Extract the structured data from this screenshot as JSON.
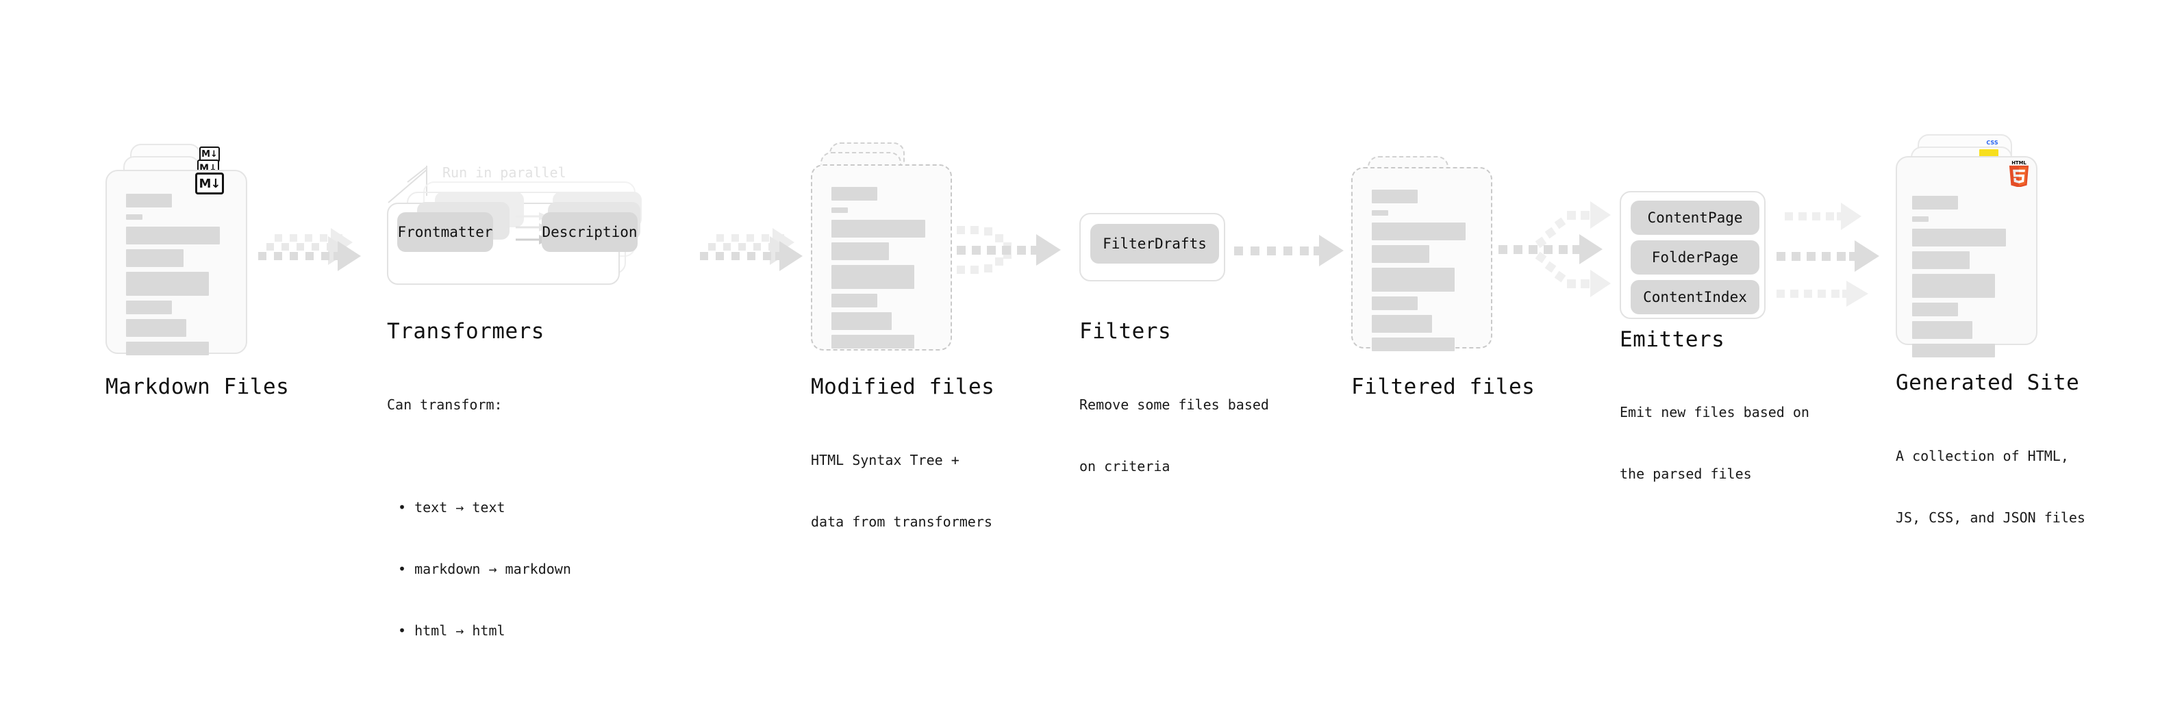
{
  "diagram": {
    "type": "pipeline-flow",
    "background": "#ffffff",
    "accent_colors": {
      "card_fill": "#fafafa",
      "bar_fill": "#d9d9d9",
      "chip_fill": "#d8d8d8",
      "border": "#e4e4e4",
      "arrow": "#d8d8d8",
      "ghost_text": "#e2e2e2",
      "html5_orange": "#e44d26",
      "html5_orange_light": "#f16529",
      "js_yellow": "#f7df1e",
      "css_blue": "#264de4"
    }
  },
  "stages": [
    {
      "id": "markdown-files",
      "title": "Markdown Files",
      "description": "",
      "icon": "markdown-icon",
      "icon_label": "M↓",
      "stack_count": 3,
      "card_style": "solid"
    },
    {
      "id": "transformers",
      "title": "Transformers",
      "description_lead": "Can transform:",
      "description_bullets": [
        "• text → text",
        "• markdown → markdown",
        "• html → html"
      ],
      "annotation": "Run in parallel",
      "stack_count": 3,
      "chips": [
        "Frontmatter",
        "Description"
      ]
    },
    {
      "id": "modified-files",
      "title": "Modified files",
      "description_lines": [
        "HTML Syntax Tree +",
        "data from transformers"
      ],
      "stack_count": 2,
      "card_style": "dashed"
    },
    {
      "id": "filters",
      "title": "Filters",
      "description_lines": [
        "Remove some files based",
        "on criteria"
      ],
      "chips": [
        "FilterDrafts"
      ]
    },
    {
      "id": "filtered-files",
      "title": "Filtered files",
      "description_lines": [],
      "stack_count": 2,
      "card_style": "dashed"
    },
    {
      "id": "emitters",
      "title": "Emitters",
      "description_lines": [
        "Emit new files based on",
        "the parsed files"
      ],
      "chips": [
        "ContentPage",
        "FolderPage",
        "ContentIndex"
      ]
    },
    {
      "id": "generated-site",
      "title": "Generated Site",
      "description_lines": [
        "A collection of HTML,",
        "JS, CSS, and JSON files"
      ],
      "stack_count": 3,
      "card_style": "solid",
      "badges": [
        "css3-icon",
        "javascript-icon",
        "html5-icon"
      ],
      "badge_labels": [
        "CSS",
        "JS",
        "HTML"
      ],
      "html5_digit": "5",
      "html5_wordmark": "HTML"
    }
  ],
  "connectors": [
    {
      "id": "md-to-transformers",
      "style": "dotted-multi",
      "branches": 1
    },
    {
      "id": "transformers-to-modified",
      "style": "dotted-multi",
      "branches": 1
    },
    {
      "id": "modified-to-filters",
      "style": "dotted-merge",
      "branches": 3
    },
    {
      "id": "filters-to-filtered",
      "style": "dotted",
      "branches": 1
    },
    {
      "id": "filtered-to-emitters",
      "style": "dotted-split",
      "branches": 3
    },
    {
      "id": "emitters-to-site",
      "style": "dotted",
      "branches": 3
    }
  ]
}
